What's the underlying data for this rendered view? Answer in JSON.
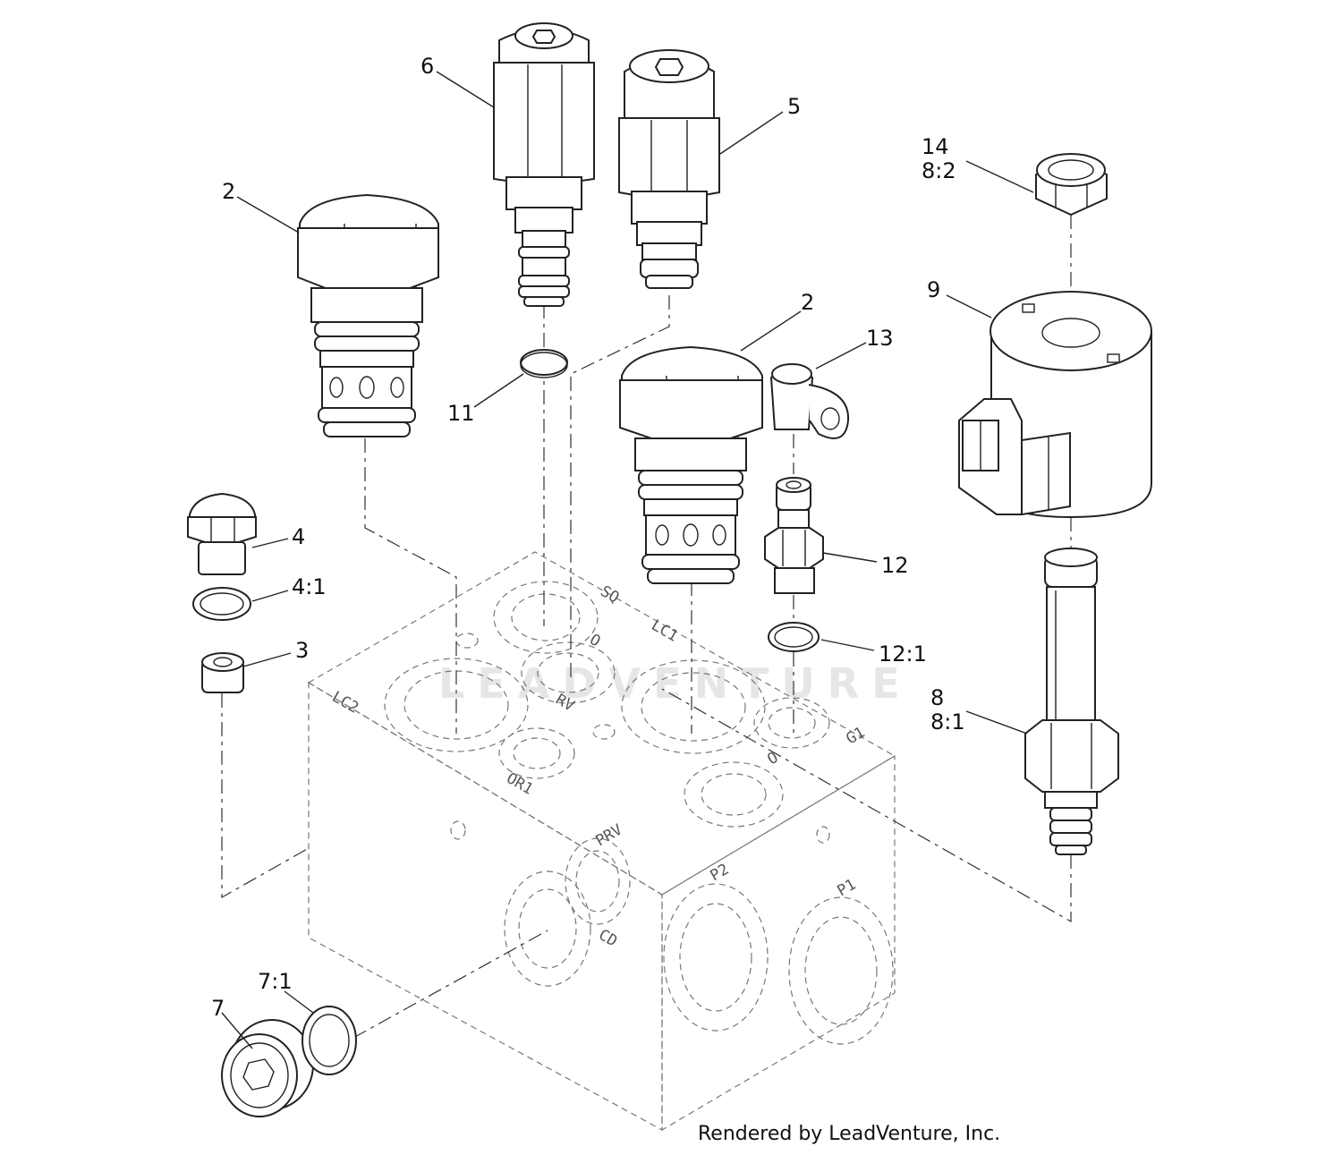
{
  "callouts": {
    "c6": "6",
    "c5": "5",
    "c2a": "2",
    "c2b": "2",
    "c14": "14",
    "c8_2": "8:2",
    "c9": "9",
    "c13": "13",
    "c11": "11",
    "c4": "4",
    "c4_1": "4:1",
    "c3": "3",
    "c12": "12",
    "c12_1": "12:1",
    "c8": "8",
    "c8_1": "8:1",
    "c7": "7",
    "c7_1": "7:1"
  },
  "ports": {
    "lc2": "LC2",
    "sq": "SQ",
    "lc1": "LC1",
    "rv": "RV",
    "or1": "OR1",
    "g1": "G1",
    "prv": "PRV",
    "p2": "P2",
    "p1": "P1",
    "cd": "CD",
    "o1": "O",
    "o2": "O"
  },
  "watermark": "LEADVENTURE",
  "footer": {
    "credit": "Rendered by LeadVenture, Inc."
  }
}
